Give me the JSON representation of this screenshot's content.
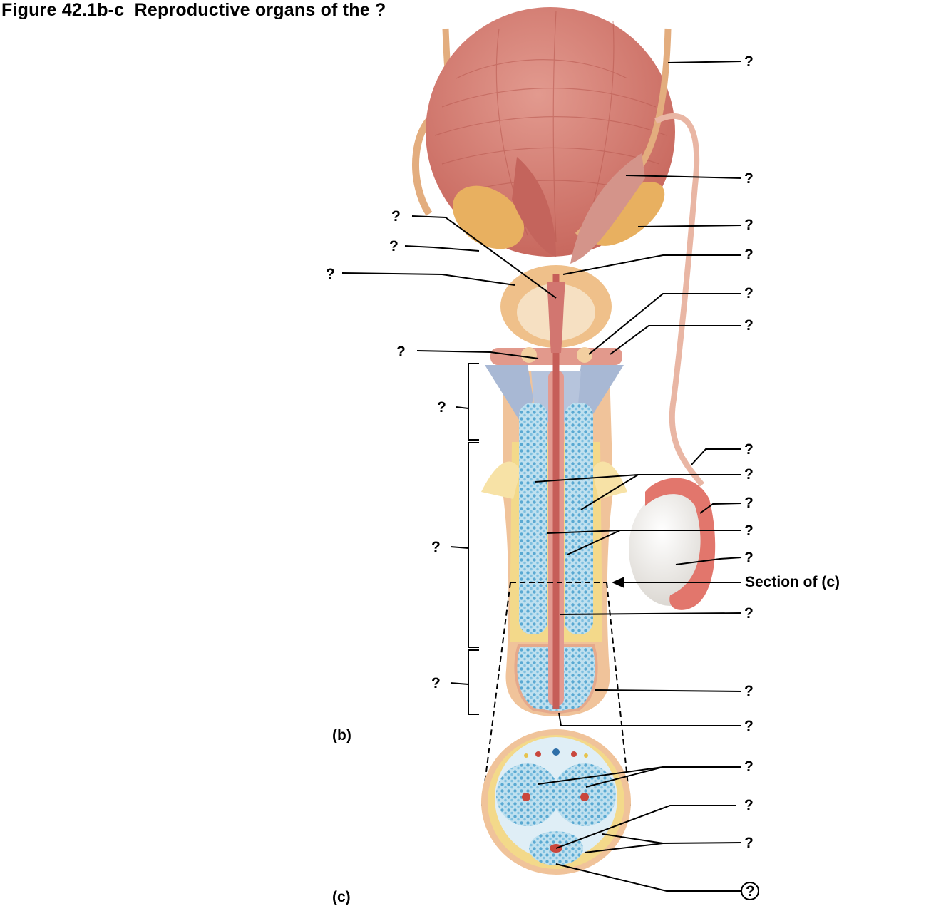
{
  "figure": {
    "title": "Figure 42.1b-c  Reproductive organs of the ?",
    "panel_b": "(b)",
    "panel_c": "(c)",
    "section_label": "Section of (c)"
  },
  "labels": [
    {
      "id": "right-1",
      "text": "?"
    },
    {
      "id": "right-2",
      "text": "?"
    },
    {
      "id": "right-3",
      "text": "?"
    },
    {
      "id": "right-4",
      "text": "?"
    },
    {
      "id": "right-5",
      "text": "?"
    },
    {
      "id": "right-6",
      "text": "?"
    },
    {
      "id": "right-7",
      "text": "?"
    },
    {
      "id": "right-8",
      "text": "?"
    },
    {
      "id": "right-9",
      "text": "?"
    },
    {
      "id": "right-10",
      "text": "?"
    },
    {
      "id": "right-11",
      "text": "?"
    },
    {
      "id": "right-12",
      "text": "?"
    },
    {
      "id": "right-13",
      "text": "?"
    },
    {
      "id": "right-14",
      "text": "?"
    },
    {
      "id": "right-15",
      "text": "?"
    },
    {
      "id": "right-16",
      "text": "?"
    },
    {
      "id": "right-17",
      "text": "?"
    },
    {
      "id": "right-18",
      "text": "?"
    },
    {
      "id": "right-19",
      "text": "?"
    },
    {
      "id": "left-1",
      "text": "?"
    },
    {
      "id": "left-2",
      "text": "?"
    },
    {
      "id": "left-3",
      "text": "?"
    },
    {
      "id": "left-4",
      "text": "?"
    },
    {
      "id": "bracket-1",
      "text": "?"
    },
    {
      "id": "bracket-2",
      "text": "?"
    },
    {
      "id": "bracket-3",
      "text": "?"
    }
  ],
  "colors": {
    "bladder": "#d9837a",
    "muscle_line": "#b8584f",
    "tube": "#e9b888",
    "gland": "#e8b060",
    "prostate": "#efc08a",
    "urethra": "#d27670",
    "erectile_blue": "#6fb6d8",
    "erectile_light": "#bfe0ef",
    "fat_yellow": "#f3d98a",
    "skin": "#f0c39a",
    "testis": "#f2efe9",
    "epididymis": "#e2766c"
  }
}
